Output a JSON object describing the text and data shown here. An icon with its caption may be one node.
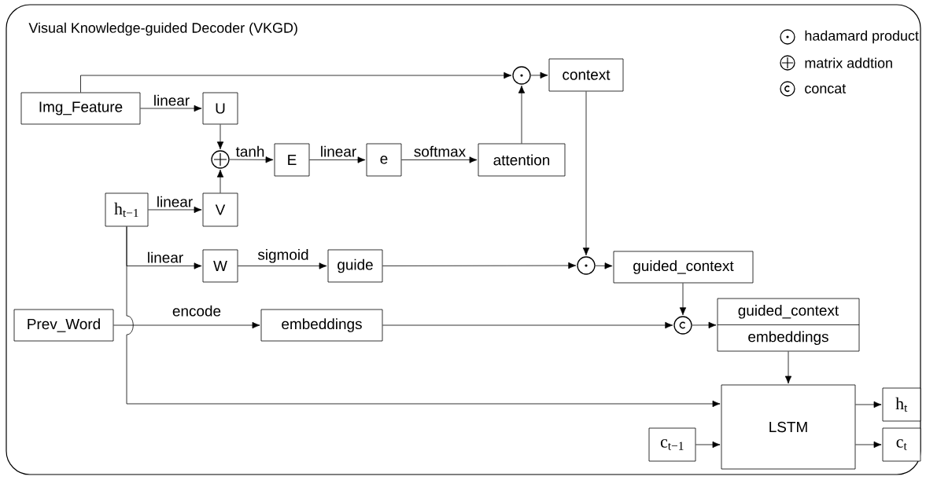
{
  "diagram": {
    "nodes": [
      {
        "text": [
          "Visual Knowledge-guided Decoder (VKGD)"
        ]
      },
      {
        "text": [
          "Img_Feature"
        ],
        "in": 0
      },
      {
        "text": [
          "U"
        ],
        "in": 0
      },
      {
        "text": [],
        "shape": "circle",
        "in": 0
      },
      {
        "text": [
          "E"
        ],
        "in": 0
      },
      {
        "text": [
          "e"
        ],
        "in": 0
      },
      {
        "text": [
          "attention"
        ],
        "in": 0
      },
      {
        "text": [],
        "shape": "circle",
        "in": 0
      },
      {
        "text": [
          "context"
        ],
        "in": 0
      },
      {
        "text": [
          "h$_{t−1}$"
        ],
        "in": 0
      },
      {
        "text": [
          "V"
        ],
        "in": 0
      },
      {
        "text": [
          "W"
        ],
        "in": 0
      },
      {
        "text": [
          "guide"
        ],
        "in": 0
      },
      {
        "text": [],
        "shape": "circle",
        "in": 0
      },
      {
        "text": [
          "guided_context"
        ],
        "in": 0
      },
      {
        "text": [
          "Prev_Word"
        ],
        "in": 0
      },
      {
        "text": [
          "embeddings"
        ],
        "in": 0
      },
      {
        "text": [],
        "shape": "circle",
        "in": 0
      },
      {
        "text": [
          "guided_context",
          "embeddings"
        ],
        "in": 0
      },
      {
        "text": [
          "LSTM"
        ],
        "in": 0
      },
      {
        "text": [
          "c$_{t−1}$"
        ],
        "in": 0
      },
      {
        "text": [
          "h$_{t}$"
        ],
        "in": 0
      },
      {
        "text": [
          "c$_{t}$"
        ],
        "in": 0
      }
    ],
    "edges": [
      {
        "from": 1,
        "to": 2,
        "arrow": "to",
        "label": "linear"
      },
      {
        "from": 1,
        "to": 7,
        "arrow": "to"
      },
      {
        "from": 2,
        "to": 3,
        "arrow": "to"
      },
      {
        "from": 10,
        "to": 3,
        "arrow": "to"
      },
      {
        "from": 3,
        "to": 4,
        "arrow": "to",
        "label": "tanh"
      },
      {
        "from": 4,
        "to": 5,
        "arrow": "to",
        "label": "linear"
      },
      {
        "from": 5,
        "to": 6,
        "arrow": "to",
        "label": "softmax"
      },
      {
        "from": 6,
        "to": 7,
        "arrow": "to"
      },
      {
        "from": 7,
        "to": 8,
        "arrow": "to"
      },
      {
        "from": 9,
        "to": 10,
        "arrow": "to",
        "label": "linear"
      },
      {
        "from": 9,
        "to": 11,
        "arrow": "to",
        "label": "linear"
      },
      {
        "from": 11,
        "to": 12,
        "arrow": "to",
        "label": "sigmoid"
      },
      {
        "from": 12,
        "to": 13,
        "arrow": "to"
      },
      {
        "from": 8,
        "to": 13,
        "arrow": "to"
      },
      {
        "from": 13,
        "to": 14,
        "arrow": "to"
      },
      {
        "from": 15,
        "to": 16,
        "arrow": "to",
        "label": "encode"
      },
      {
        "from": 16,
        "to": 17,
        "arrow": "to"
      },
      {
        "from": 14,
        "to": 17,
        "arrow": "to"
      },
      {
        "from": 17,
        "to": 18,
        "arrow": "to"
      },
      {
        "from": 18,
        "to": 19,
        "arrow": "to"
      },
      {
        "from": 9,
        "to": 19,
        "arrow": "to"
      },
      {
        "from": 20,
        "to": 19,
        "arrow": "to"
      },
      {
        "from": 19,
        "to": 21,
        "arrow": "to"
      },
      {
        "from": 19,
        "to": 22,
        "arrow": "to"
      }
    ],
    "legend": [
      {
        "text": "hadamard product"
      },
      {
        "text": "matrix addtion"
      },
      {
        "text": "concat"
      }
    ]
  }
}
